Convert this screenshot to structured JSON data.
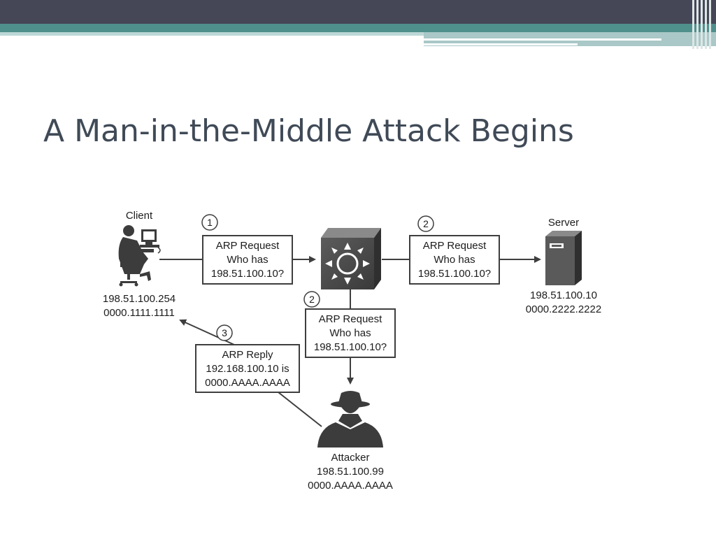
{
  "slide": {
    "title": "A Man-in-the-Middle Attack Begins",
    "colors": {
      "header_dark": "#454656",
      "header_teal": "#4f8f8c",
      "title": "#404a57",
      "diagram_stroke": "#3e3e3e"
    }
  },
  "diagram": {
    "client": {
      "label": "Client",
      "ip": "198.51.100.254",
      "mac": "0000.1111.1111",
      "icon": "person-at-computer-icon"
    },
    "server": {
      "label": "Server",
      "ip": "198.51.100.10",
      "mac": "0000.2222.2222",
      "icon": "server-tower-icon"
    },
    "attacker": {
      "label": "Attacker",
      "ip": "198.51.100.99",
      "mac": "0000.AAAA.AAAA",
      "icon": "spy-hat-icon"
    },
    "switch": {
      "icon": "switch-arrows-icon"
    },
    "messages": [
      {
        "step": "1",
        "line1": "ARP Request",
        "line2": "Who has",
        "line3": "198.51.100.10?"
      },
      {
        "step": "2",
        "line1": "ARP Request",
        "line2": "Who has",
        "line3": "198.51.100.10?"
      },
      {
        "step": "2",
        "line1": "ARP Request",
        "line2": "Who has",
        "line3": "198.51.100.10?"
      },
      {
        "step": "3",
        "line1": "ARP Reply",
        "line2": "192.168.100.10 is",
        "line3": "0000.AAAA.AAAA"
      }
    ]
  }
}
